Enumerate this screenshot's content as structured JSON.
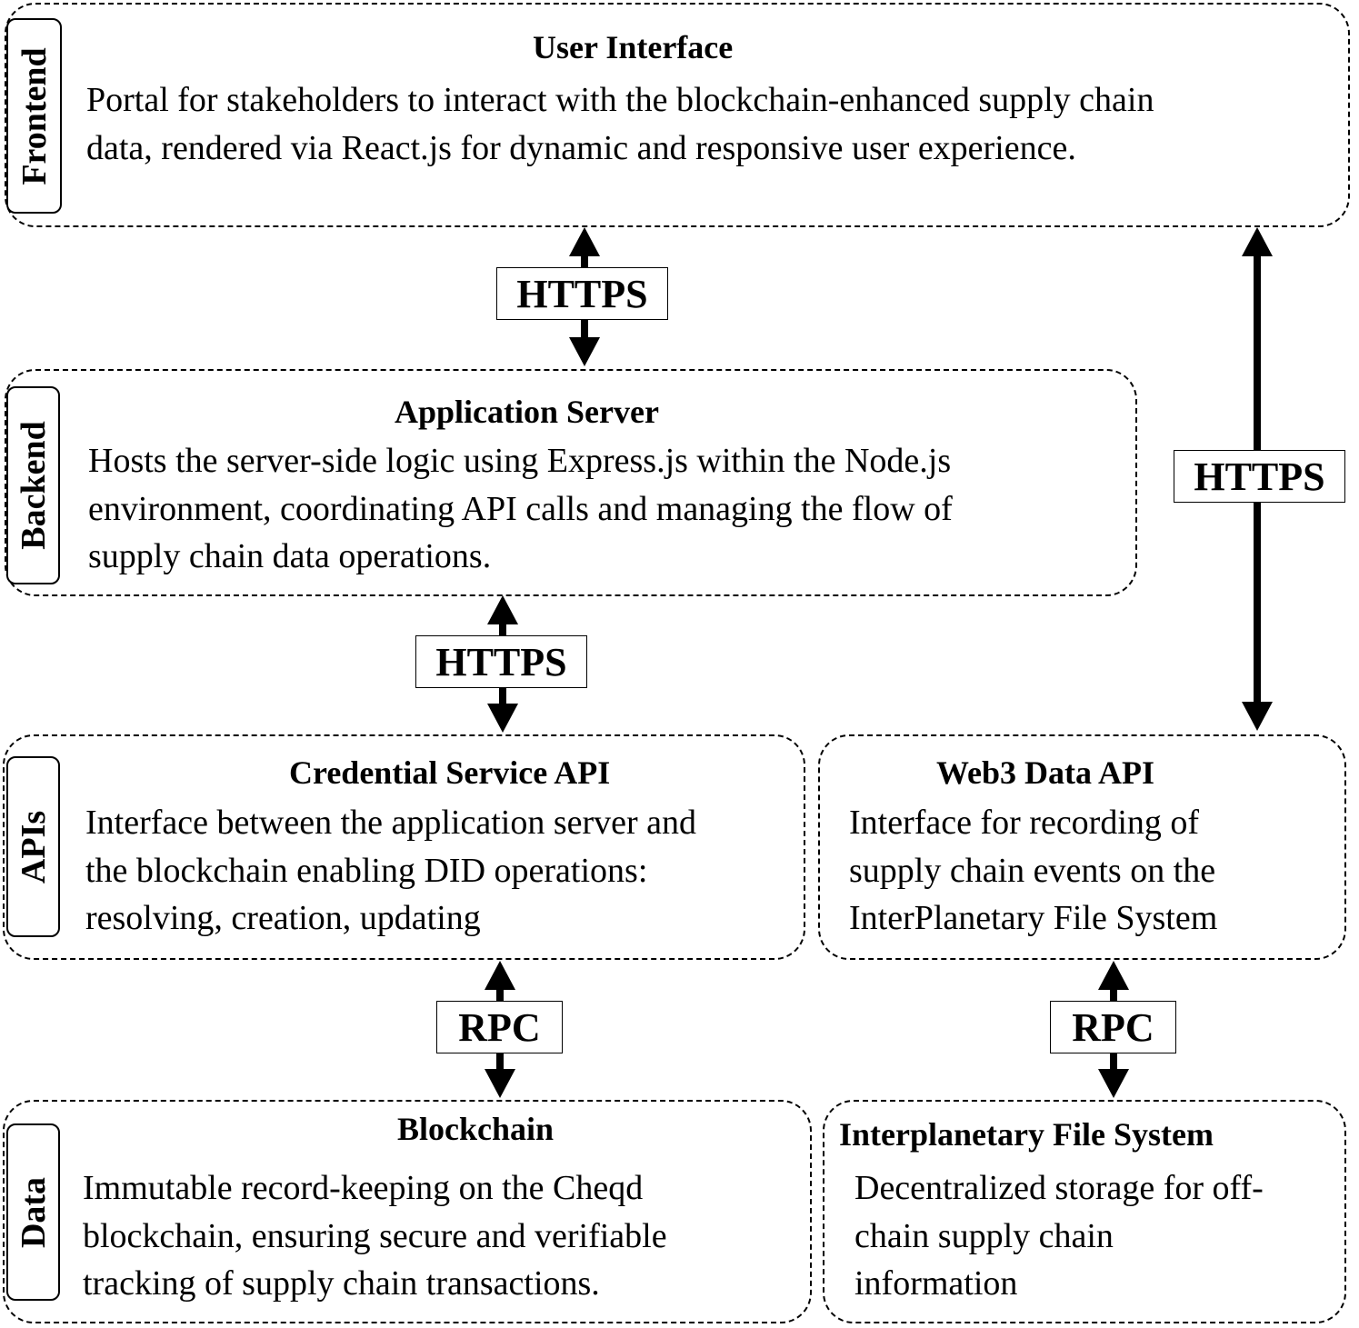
{
  "layers": {
    "frontend": "Frontend",
    "backend": "Backend",
    "apis": "APIs",
    "data": "Data"
  },
  "user_interface": {
    "title": "User Interface",
    "lines": [
      "Portal for stakeholders to interact with the blockchain-enhanced supply chain",
      "data, rendered via React.js for dynamic and responsive user experience."
    ]
  },
  "application_server": {
    "title": "Application Server",
    "lines": [
      "Hosts the server-side logic using Express.js within the Node.js",
      "environment, coordinating API calls and managing the flow of",
      "supply chain data operations."
    ]
  },
  "credential_service_api": {
    "title": "Credential Service API",
    "lines": [
      "Interface between the application server and",
      "the blockchain enabling DID operations:",
      "resolving, creation, updating"
    ]
  },
  "web3_data_api": {
    "title": "Web3 Data API",
    "lines": [
      "Interface for recording of",
      "supply chain events on the",
      "InterPlanetary File System"
    ]
  },
  "blockchain": {
    "title": "Blockchain",
    "lines": [
      "Immutable record-keeping on the Cheqd",
      "blockchain, ensuring secure and verifiable",
      "tracking of supply chain transactions."
    ]
  },
  "ipfs": {
    "title": "Interplanetary File System",
    "lines": [
      "Decentralized storage for off-",
      "chain supply chain",
      "information"
    ]
  },
  "connections": {
    "ui_to_server": "HTTPS",
    "ui_to_web3": "HTTPS",
    "server_to_credential": "HTTPS",
    "credential_to_blockchain": "RPC",
    "web3_to_ipfs": "RPC"
  }
}
